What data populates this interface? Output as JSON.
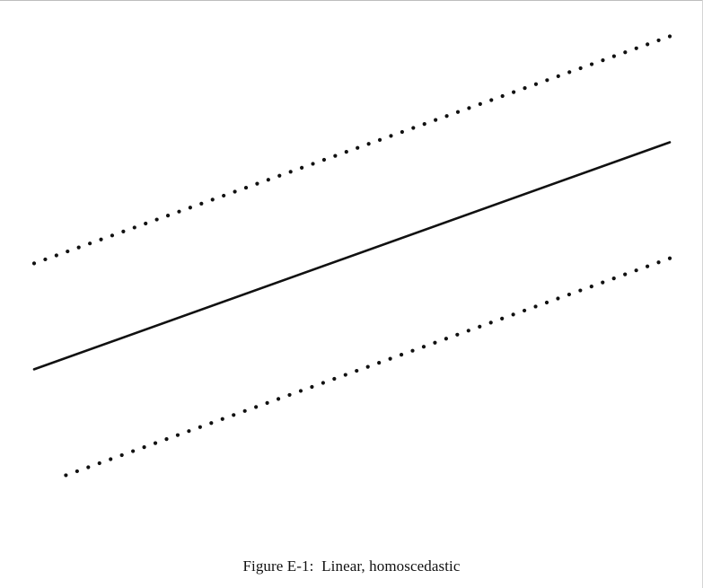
{
  "figure": {
    "caption": "Figure E-1:  Linear, homoscedastic"
  },
  "chart_data": {
    "type": "line",
    "title": "",
    "xlabel": "",
    "ylabel": "",
    "axes_shown": false,
    "grid": false,
    "xlim": [
      0,
      10
    ],
    "ylim": [
      0,
      10
    ],
    "series": [
      {
        "style": "solid",
        "x": [
          0,
          10
        ],
        "y": [
          3.0,
          7.5
        ]
      },
      {
        "style": "dotted",
        "x": [
          0,
          10
        ],
        "y": [
          5.1,
          9.6
        ]
      },
      {
        "style": "dotted",
        "x": [
          0.5,
          10
        ],
        "y": [
          0.9,
          5.2
        ]
      }
    ]
  },
  "colors": {
    "line": "#111111",
    "background": "#ffffff"
  }
}
